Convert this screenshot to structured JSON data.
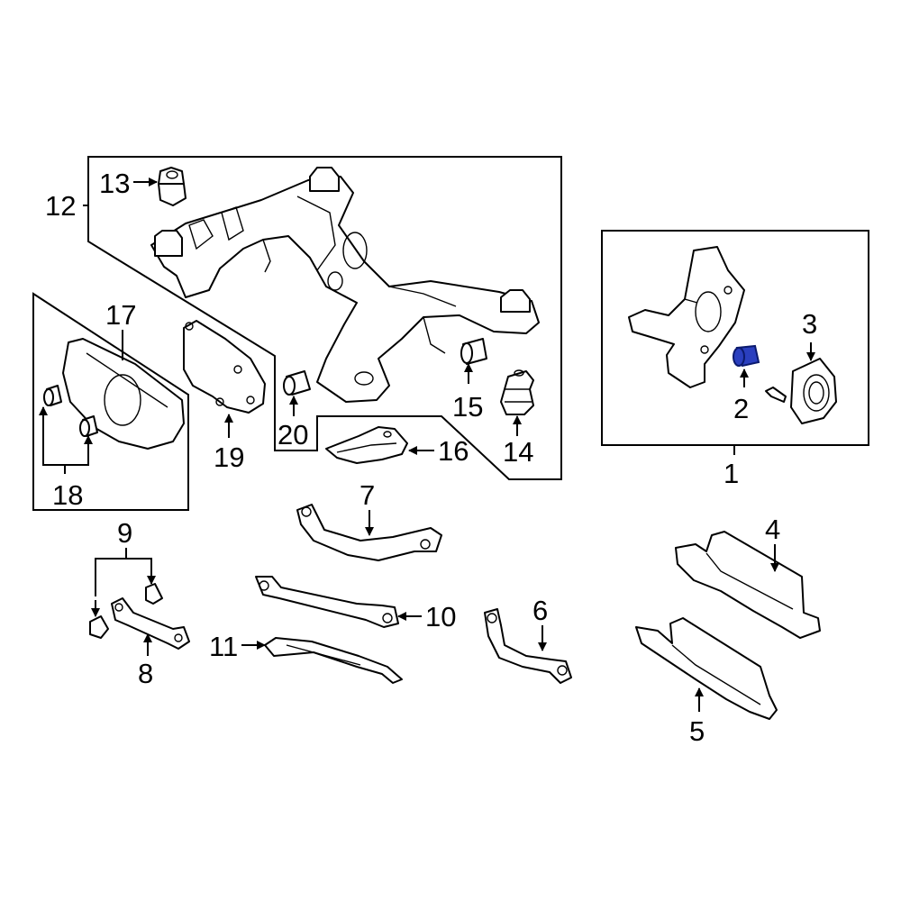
{
  "callouts": {
    "c1": "1",
    "c2": "2",
    "c3": "3",
    "c4": "4",
    "c5": "5",
    "c6": "6",
    "c7": "7",
    "c8": "8",
    "c9": "9",
    "c10": "10",
    "c11": "11",
    "c12": "12",
    "c13": "13",
    "c14": "14",
    "c15": "15",
    "c16": "16",
    "c17": "17",
    "c18": "18",
    "c19": "19",
    "c20": "20"
  },
  "highlight": {
    "part": "2",
    "color": "#2a3fbf"
  }
}
